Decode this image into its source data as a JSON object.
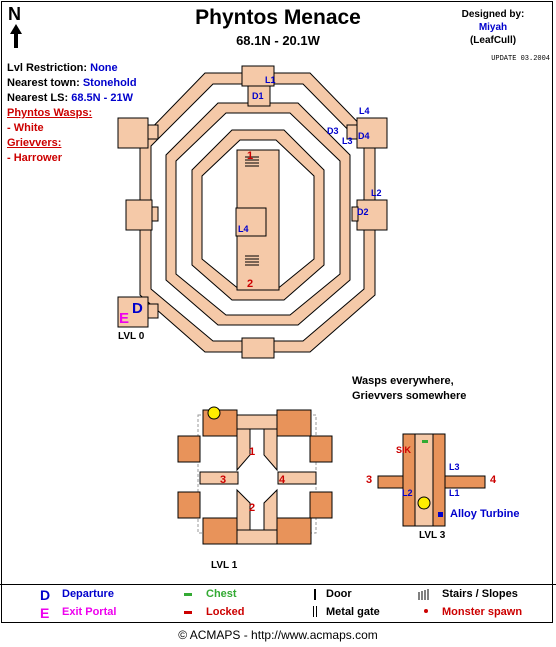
{
  "title": "Phyntos Menace",
  "coordinates": "68.1N - 20.1W",
  "credit": {
    "line1": "Designed by:",
    "author": "Miyah",
    "handle": "(LeafCull)"
  },
  "update": "UPDATE 03.2004",
  "north": "N",
  "info": {
    "lvl_label": "Lvl Restriction:",
    "lvl_value": "None",
    "town_label": "Nearest town:",
    "town_value": "Stonehold",
    "ls_label": "Nearest LS:",
    "ls_value": "68.5N - 21W",
    "wasps_label": "Phyntos Wasps:",
    "wasps_item": "- White",
    "grievvers_label": "Grievvers:",
    "grievvers_item": "- Harrower"
  },
  "note_line1": "Wasps everywhere,",
  "note_line2": "Grievvers somewhere",
  "levels": {
    "lvl0": "LVL 0",
    "lvl1": "LVL 1",
    "lvl3": "LVL 3"
  },
  "map_labels": {
    "L1": "L1",
    "L2": "L2",
    "L3": "L3",
    "L4": "L4",
    "D1": "D1",
    "D2": "D2",
    "D3": "D3",
    "D4": "D4",
    "D": "D",
    "E": "E",
    "n1": "1",
    "n2": "2",
    "n3": "3",
    "n4": "4",
    "sik": "SIK",
    "alloy": "Alloy Turbine"
  },
  "legend": {
    "departure_sym": "D",
    "departure": "Departure",
    "exit_sym": "E",
    "exit": "Exit Portal",
    "chest": "Chest",
    "locked": "Locked",
    "door": "Door",
    "gate": "Metal gate",
    "stairs": "Stairs / Slopes",
    "spawn": "Monster spawn"
  },
  "footer": "© ACMAPS - http://www.acmaps.com",
  "colors": {
    "floor": "#f5c9a8",
    "floor_dark": "#e8935a",
    "outline": "#000000",
    "blue": "#0000cc",
    "red": "#cc0000",
    "magenta": "#ee00ee",
    "green": "#33aa33"
  }
}
